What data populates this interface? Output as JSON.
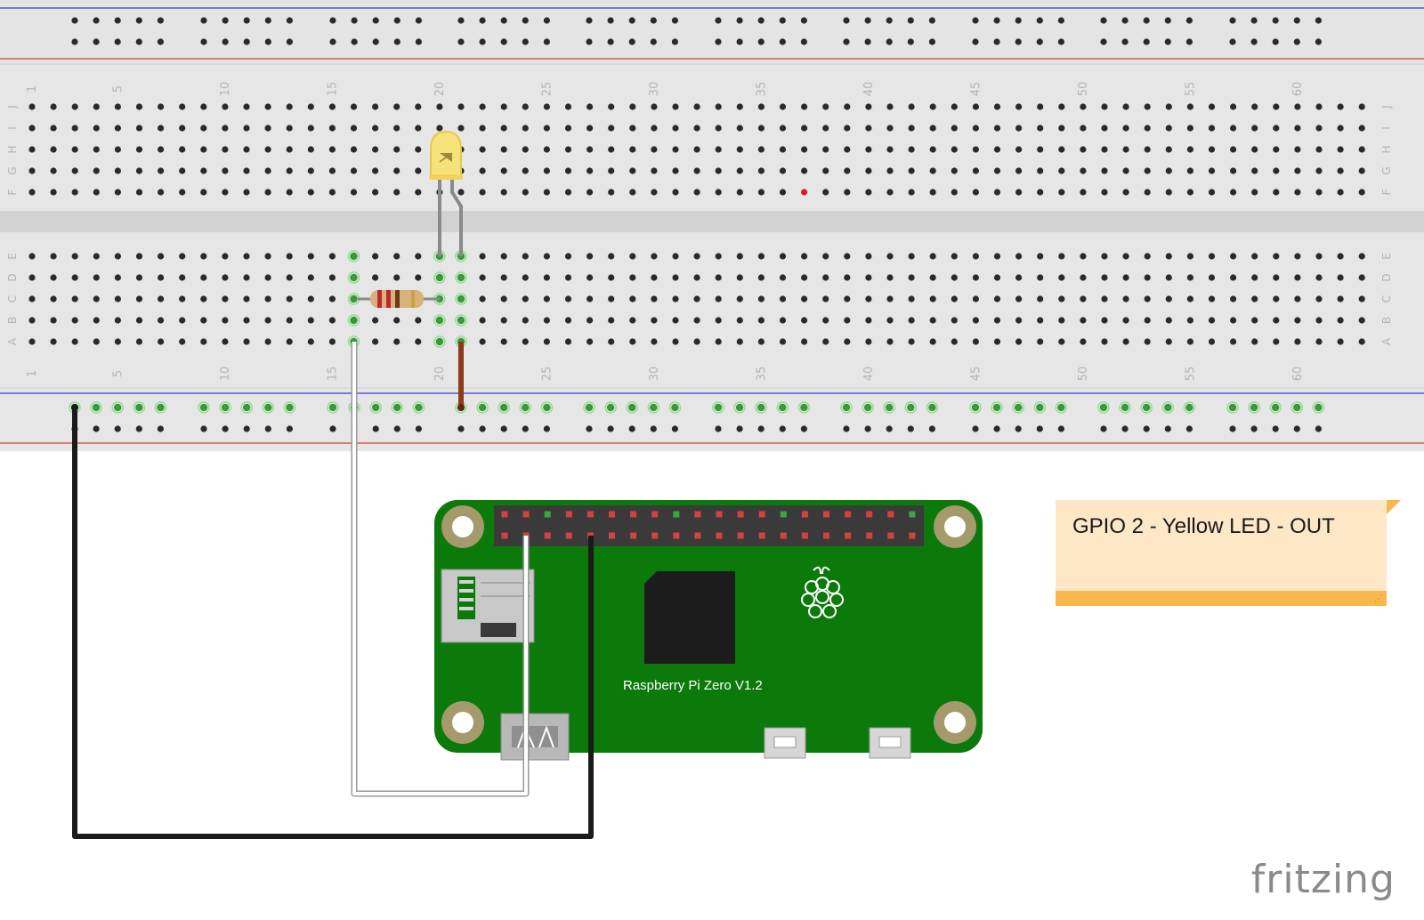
{
  "breadboard": {
    "column_numbers": [
      "1",
      "5",
      "10",
      "15",
      "20",
      "25",
      "30",
      "35",
      "40",
      "45",
      "50",
      "55",
      "60"
    ],
    "top_row_letters": [
      "J",
      "I",
      "H",
      "G",
      "F"
    ],
    "bottom_row_letters": [
      "E",
      "D",
      "C",
      "B",
      "A"
    ]
  },
  "board": {
    "label": "Raspberry Pi Zero V1.2"
  },
  "note": {
    "text": "GPIO 2 - Yellow LED - OUT"
  },
  "watermark": {
    "text": "fritzing"
  },
  "colors": {
    "breadboard": "#e6e6e6",
    "rail_blue": "#3b3bd9",
    "rail_red": "#d93b3b",
    "pcb_green": "#0b7a0b",
    "led_yellow": "#f6e27a",
    "wire_white": "#ffffff",
    "wire_black": "#1a1a1a",
    "wire_brown": "#8b3a1a",
    "note_bg": "#fde7c6",
    "note_bar": "#f8b84e"
  }
}
